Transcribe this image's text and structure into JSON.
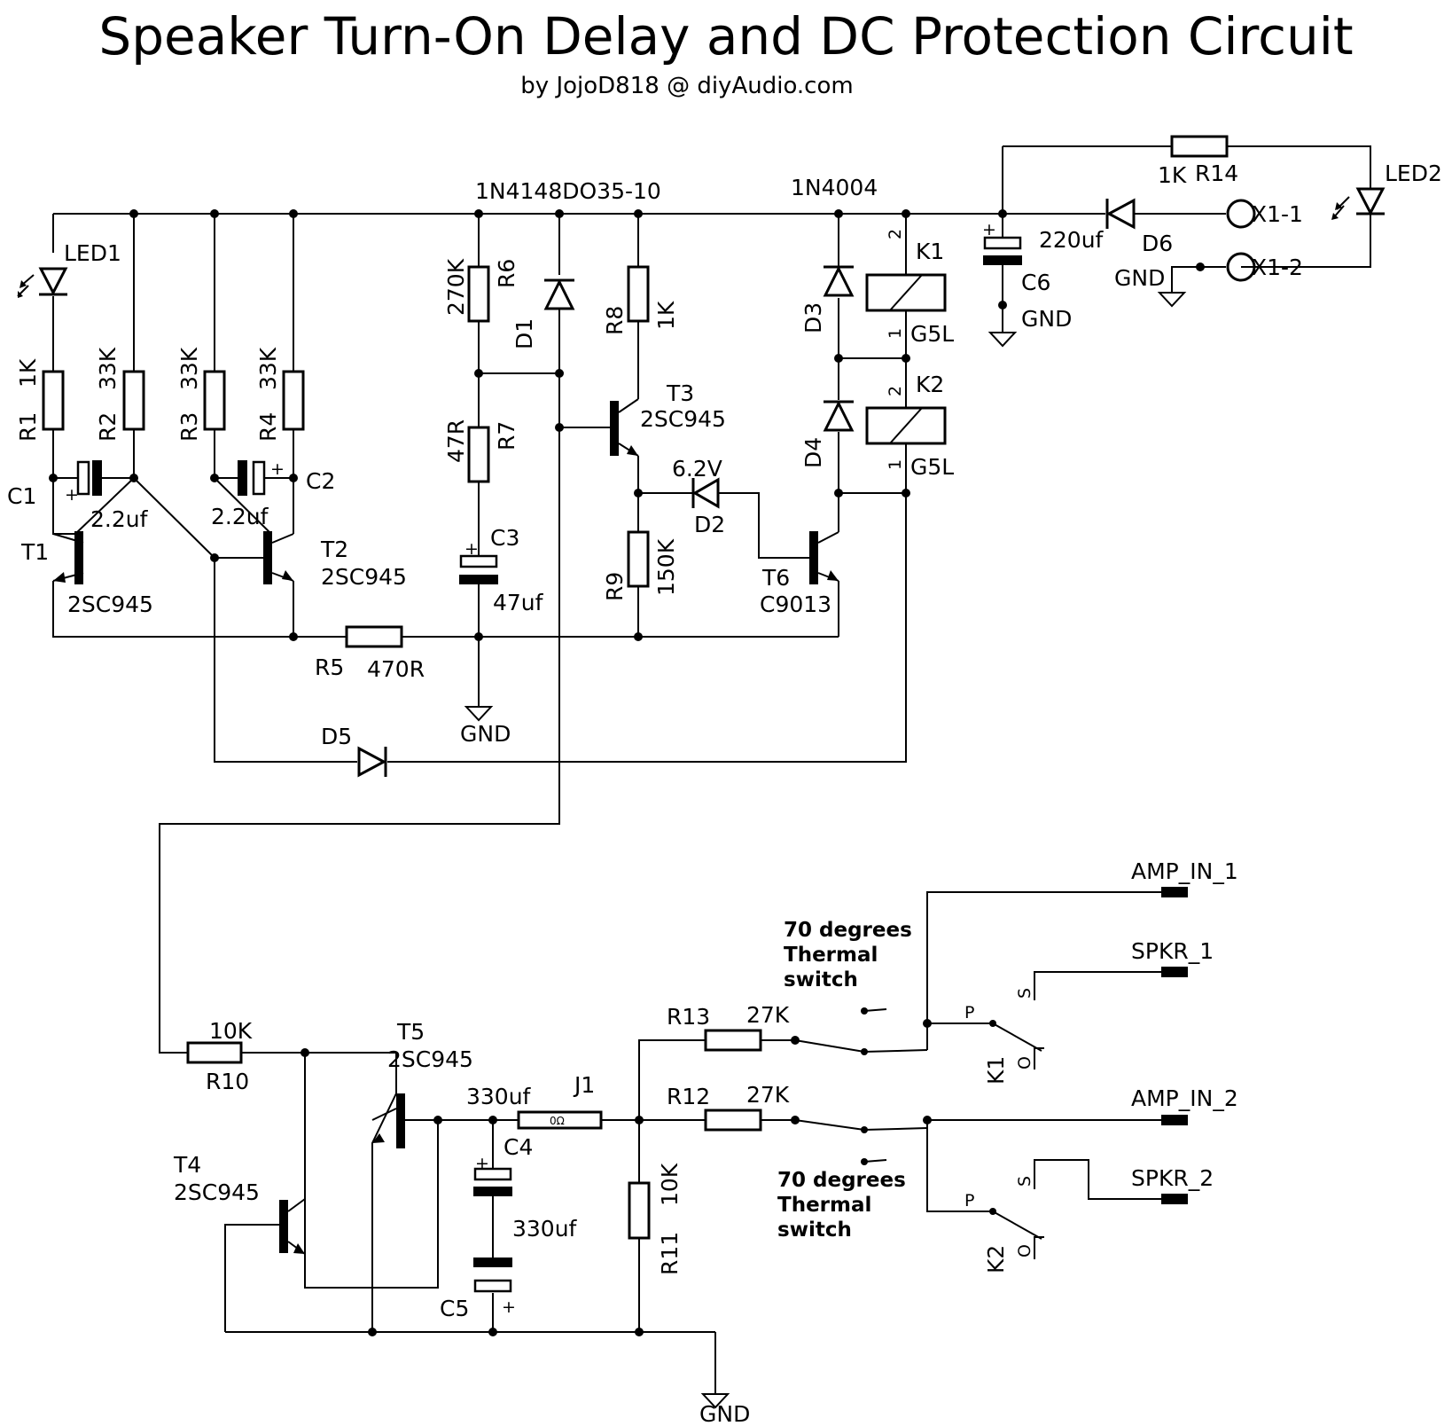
{
  "header": {
    "title": "Speaker Turn-On Delay and DC Protection Circuit",
    "byline": "by JojoD818 @ diyAudio.com"
  },
  "parts": {
    "led1": "LED1",
    "led2": "LED2",
    "r1": "R1",
    "r1_val": "1K",
    "r2": "R2",
    "r2_val": "33K",
    "r3": "R3",
    "r3_val": "33K",
    "r4": "R4",
    "r4_val": "33K",
    "c1": "C1",
    "c1_val": "2.2uf",
    "c2": "C2",
    "c2_val": "2.2uf",
    "t1": "T1",
    "t1_type": "2SC945",
    "t2": "T2",
    "t2_type": "2SC945",
    "r5": "R5",
    "r5_val": "470R",
    "d5": "D5",
    "r6": "R6",
    "r6_val": "270K",
    "d1": "D1",
    "d1_type": "1N4148DO35-10",
    "r7": "R7",
    "r7_val": "47R",
    "c3": "C3",
    "c3_val": "47uf",
    "gnd": "GND",
    "r8": "R8",
    "r8_val": "1K",
    "t3": "T3",
    "t3_type": "2SC945",
    "d2": "D2",
    "d2_val": "6.2V",
    "r9": "R9",
    "r9_val": "150K",
    "t6": "T6",
    "t6_type": "C9013",
    "d3": "D3",
    "d4": "D4",
    "d34_type": "1N4004",
    "k1": "K1",
    "k2": "K2",
    "relay_type": "G5L",
    "pin1": "1",
    "pin2": "2",
    "c6": "C6",
    "c6_val": "220uf",
    "r14": "R14",
    "r14_val": "1K",
    "d6": "D6",
    "x1_1": "X1-1",
    "x1_2": "X1-2",
    "r10": "R10",
    "r10_val": "10K",
    "t4": "T4",
    "t4_type": "2SC945",
    "t5": "T5",
    "t5_type": "2SC945",
    "c4": "C4",
    "c4_val": "330uf",
    "c5": "C5",
    "c5_val": "330uf",
    "j1": "J1",
    "j1_val": "0Ω",
    "r11": "R11",
    "r11_val": "10K",
    "r12": "R12",
    "r12_val": "27K",
    "r13": "R13",
    "r13_val": "27K",
    "thermal_a": "70 degrees",
    "thermal_b": "Thermal",
    "thermal_c": "switch",
    "amp_in_1": "AMP_IN_1",
    "amp_in_2": "AMP_IN_2",
    "spkr_1": "SPKR_1",
    "spkr_2": "SPKR_2",
    "pin_p": "P",
    "pin_s": "S",
    "pin_o": "O",
    "plus": "+"
  }
}
